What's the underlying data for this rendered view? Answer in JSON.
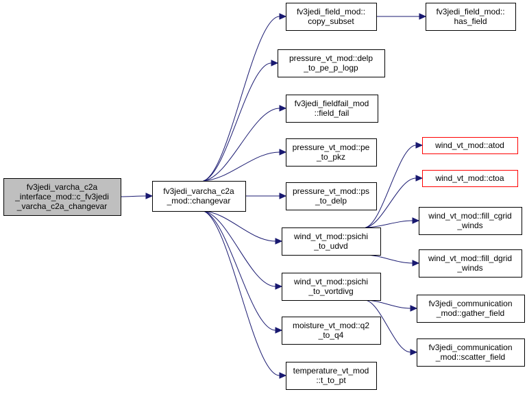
{
  "colors": {
    "edge": "#191970",
    "root_fill": "#bfbfbf",
    "missing_border": "#ff0000"
  },
  "nodes": {
    "root": {
      "lines": [
        "fv3jedi_varcha_c2a",
        "_interface_mod::c_fv3jedi",
        "_varcha_c2a_changevar"
      ]
    },
    "changevar": {
      "lines": [
        "fv3jedi_varcha_c2a",
        "_mod::changevar"
      ]
    },
    "copy_subset": {
      "lines": [
        "fv3jedi_field_mod::",
        "copy_subset"
      ]
    },
    "has_field": {
      "lines": [
        "fv3jedi_field_mod::",
        "has_field"
      ]
    },
    "delp_to_pe": {
      "lines": [
        "pressure_vt_mod::delp",
        "_to_pe_p_logp"
      ]
    },
    "field_fail": {
      "lines": [
        "fv3jedi_fieldfail_mod",
        "::field_fail"
      ]
    },
    "pe_to_pkz": {
      "lines": [
        "pressure_vt_mod::pe",
        "_to_pkz"
      ]
    },
    "ps_to_delp": {
      "lines": [
        "pressure_vt_mod::ps",
        "_to_delp"
      ]
    },
    "psichi_to_udvd": {
      "lines": [
        "wind_vt_mod::psichi",
        "_to_udvd"
      ]
    },
    "psichi_to_vortdivg": {
      "lines": [
        "wind_vt_mod::psichi",
        "_to_vortdivg"
      ]
    },
    "q2_to_q4": {
      "lines": [
        "moisture_vt_mod::q2",
        "_to_q4"
      ]
    },
    "t_to_pt": {
      "lines": [
        "temperature_vt_mod",
        "::t_to_pt"
      ]
    },
    "atod": {
      "lines": [
        "wind_vt_mod::atod"
      ]
    },
    "ctoa": {
      "lines": [
        "wind_vt_mod::ctoa"
      ]
    },
    "fill_cgrid": {
      "lines": [
        "wind_vt_mod::fill_cgrid",
        "_winds"
      ]
    },
    "fill_dgrid": {
      "lines": [
        "wind_vt_mod::fill_dgrid",
        "_winds"
      ]
    },
    "gather_field": {
      "lines": [
        "fv3jedi_communication",
        "_mod::gather_field"
      ]
    },
    "scatter_field": {
      "lines": [
        "fv3jedi_communication",
        "_mod::scatter_field"
      ]
    }
  },
  "edges": [
    [
      "root",
      "changevar"
    ],
    [
      "changevar",
      "copy_subset"
    ],
    [
      "changevar",
      "delp_to_pe"
    ],
    [
      "changevar",
      "field_fail"
    ],
    [
      "changevar",
      "pe_to_pkz"
    ],
    [
      "changevar",
      "ps_to_delp"
    ],
    [
      "changevar",
      "psichi_to_udvd"
    ],
    [
      "changevar",
      "psichi_to_vortdivg"
    ],
    [
      "changevar",
      "q2_to_q4"
    ],
    [
      "changevar",
      "t_to_pt"
    ],
    [
      "copy_subset",
      "has_field"
    ],
    [
      "psichi_to_udvd",
      "atod"
    ],
    [
      "psichi_to_udvd",
      "ctoa"
    ],
    [
      "psichi_to_udvd",
      "fill_cgrid"
    ],
    [
      "psichi_to_udvd",
      "fill_dgrid"
    ],
    [
      "psichi_to_vortdivg",
      "gather_field"
    ],
    [
      "psichi_to_vortdivg",
      "scatter_field"
    ]
  ]
}
